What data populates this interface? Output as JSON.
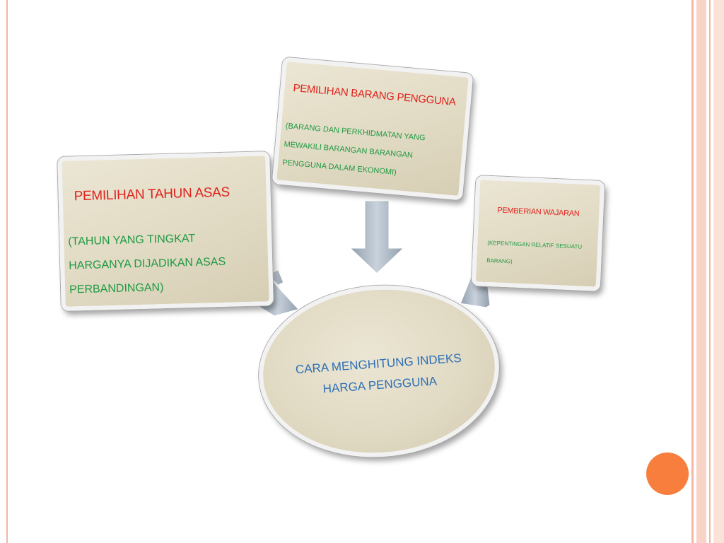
{
  "diagram": {
    "left_box": {
      "title": "PEMILIHAN TAHUN ASAS",
      "desc_lines": [
        "(TAHUN YANG TINGKAT",
        "HARGANYA DIJADIKAN ASAS",
        "PERBANDINGAN)"
      ]
    },
    "top_box": {
      "title": "PEMILIHAN BARANG PENGGUNA",
      "desc_lines": [
        "(BARANG DAN PERKHIDMATAN YANG",
        "MEWAKILI BARANGAN BARANGAN",
        "PENGGUNA DALAM EKONOMI)"
      ]
    },
    "right_box": {
      "title": "PEMBERIAN WAJARAN",
      "desc_lines": [
        "(KEPENTINGAN RELATIF SESUATU",
        "BARANG)"
      ]
    },
    "center": {
      "lines": [
        "CARA MENGHITUNG INDEKS",
        "HARGA PENGGUNA"
      ]
    }
  },
  "colors": {
    "title": "#e0231c",
    "desc": "#1f9a43",
    "center_text": "#2d6fb5",
    "arrow": "#a8b4c2",
    "accent_dot": "#f77e3d"
  }
}
